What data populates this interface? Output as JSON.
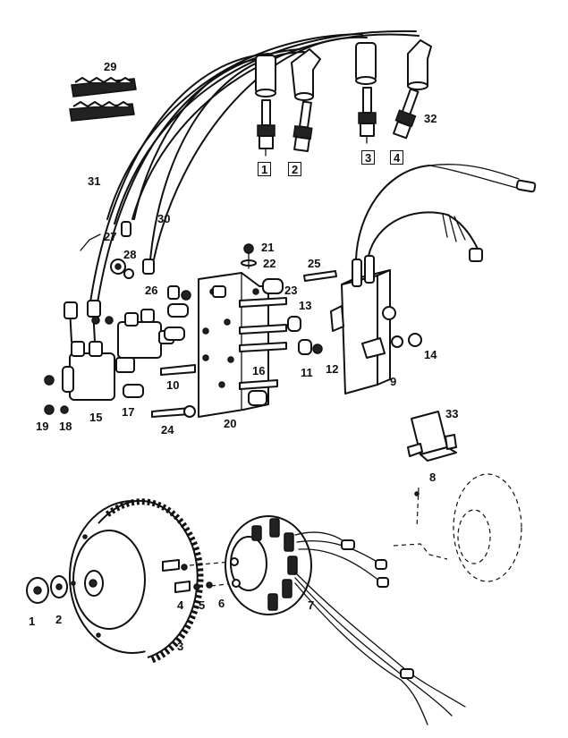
{
  "diagram": {
    "labels": {
      "n1": "1",
      "n2": "2",
      "n3": "3",
      "n4": "4",
      "n5": "5",
      "n6": "6",
      "n7": "7",
      "n8": "8",
      "n9": "9",
      "n10": "10",
      "n11": "11",
      "n12": "12",
      "n13": "13",
      "n14": "14",
      "n15": "15",
      "n16": "16",
      "n17": "17",
      "n18": "18",
      "n19": "19",
      "n20": "20",
      "n21": "21",
      "n22": "22",
      "n23": "23",
      "n24": "24",
      "n25": "25",
      "n26a": "26",
      "n26b": "26",
      "n27": "27",
      "n28": "28",
      "n29": "29",
      "n30": "30",
      "n31": "31",
      "n32": "32",
      "n33": "33"
    },
    "plug_numbers": [
      "1",
      "2",
      "3",
      "4"
    ]
  }
}
